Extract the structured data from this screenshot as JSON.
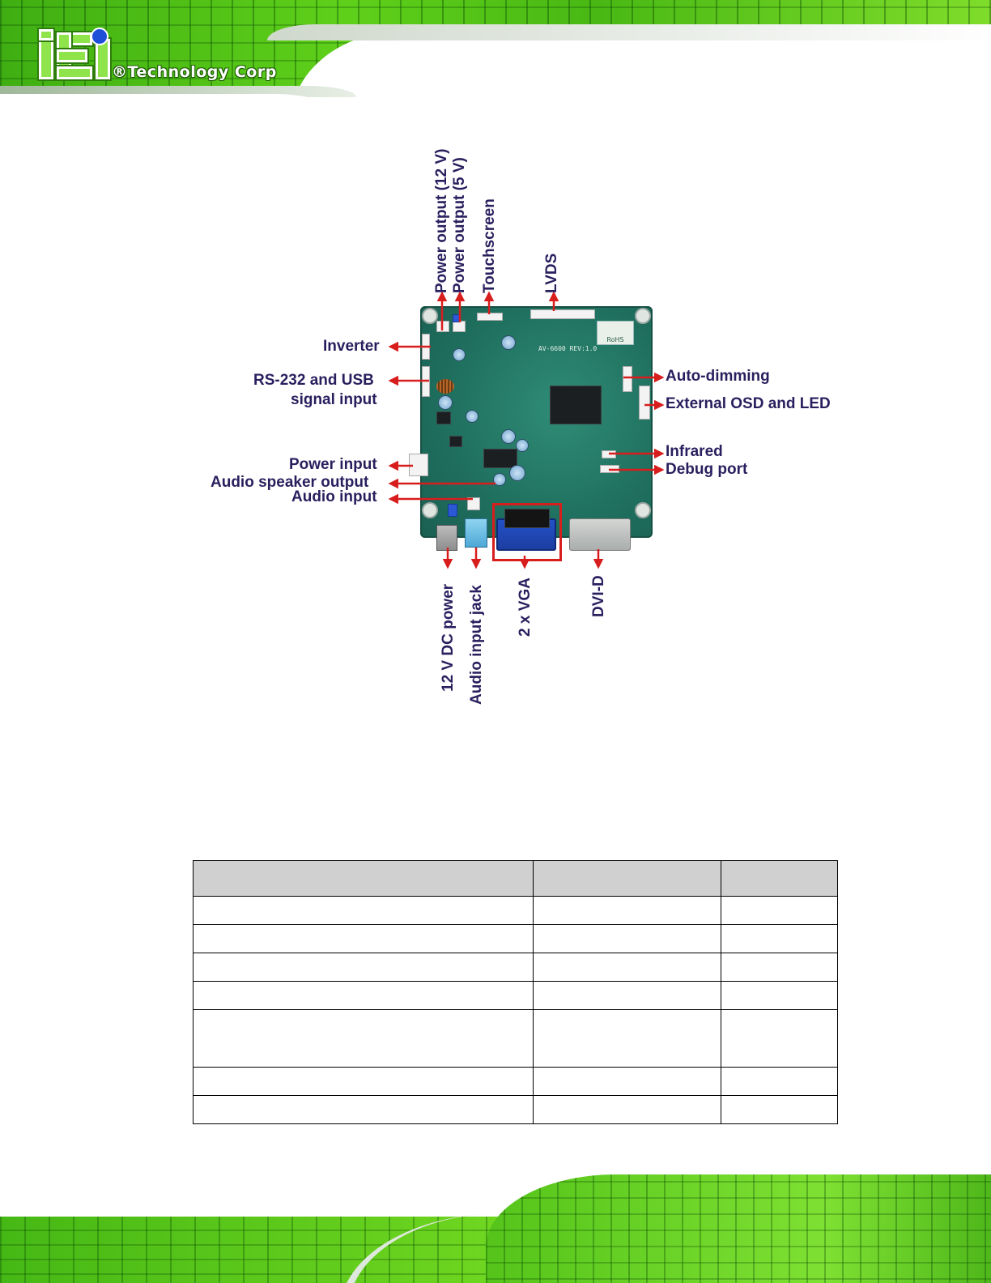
{
  "header": {
    "logo_text": "®Technology Corp",
    "logo_letters": "iEi"
  },
  "figure": {
    "top_labels": [
      "Power output (12 V)",
      "Power output (5 V)",
      "Touchscreen",
      "LVDS"
    ],
    "left_labels": {
      "inverter": "Inverter",
      "rs232_line1": "RS-232 and USB",
      "rs232_line2": "signal input",
      "power_input": "Power input",
      "audio_speaker": "Audio speaker output",
      "audio_input": "Audio input"
    },
    "right_labels": {
      "auto_dimming": "Auto-dimming",
      "external_osd": "External OSD and LED",
      "infrared": "Infrared",
      "debug_port": "Debug port"
    },
    "bottom_labels": [
      "12 V DC power",
      "Audio input jack",
      "2 x VGA",
      "DVI-D"
    ],
    "board_silkscreen": "AV-6600 REV:1.0",
    "rohs_mark": "RoHS"
  },
  "table": {
    "header": [
      "",
      "",
      ""
    ],
    "rows": [
      [
        "",
        "",
        ""
      ],
      [
        "",
        "",
        ""
      ],
      [
        "",
        "",
        ""
      ],
      [
        "",
        "",
        ""
      ],
      [
        "",
        "",
        ""
      ],
      [
        "",
        "",
        ""
      ],
      [
        "",
        "",
        ""
      ]
    ]
  },
  "colors": {
    "label_text": "#2a1f5e",
    "arrow": "#d81d1d",
    "banner_green": "#5fd01a",
    "table_header_bg": "#d0d0d0"
  }
}
